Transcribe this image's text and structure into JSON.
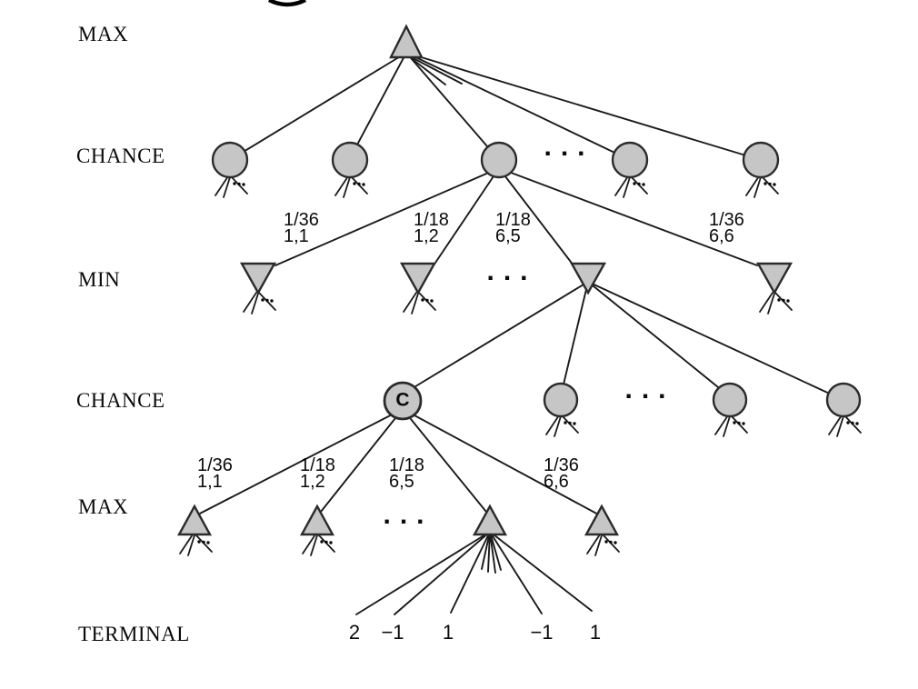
{
  "colors": {
    "background": "#ffffff",
    "node_fill": "#c6c6c6",
    "node_stroke": "#2b2b2b",
    "edge": "#1a1a1a",
    "text": "#0a0a0a"
  },
  "row_labels": [
    {
      "label": "MAX"
    },
    {
      "label": "CHANCE"
    },
    {
      "label": "MIN"
    },
    {
      "label": "CHANCE"
    },
    {
      "label": "MAX"
    },
    {
      "label": "TERMINAL"
    }
  ],
  "upper_branch_labels": [
    {
      "prob": "1/36",
      "roll": "1,1"
    },
    {
      "prob": "1/18",
      "roll": "1,2"
    },
    {
      "prob": "1/18",
      "roll": "6,5"
    },
    {
      "prob": "1/36",
      "roll": "6,6"
    }
  ],
  "lower_branch_labels": [
    {
      "prob": "1/36",
      "roll": "1,1"
    },
    {
      "prob": "1/18",
      "roll": "1,2"
    },
    {
      "prob": "1/18",
      "roll": "6,5"
    },
    {
      "prob": "1/36",
      "roll": "6,6"
    }
  ],
  "chance_node_label": "C",
  "ellipsis": "...",
  "terminal_values": [
    "2",
    "−1",
    "1",
    "−1",
    "1"
  ]
}
